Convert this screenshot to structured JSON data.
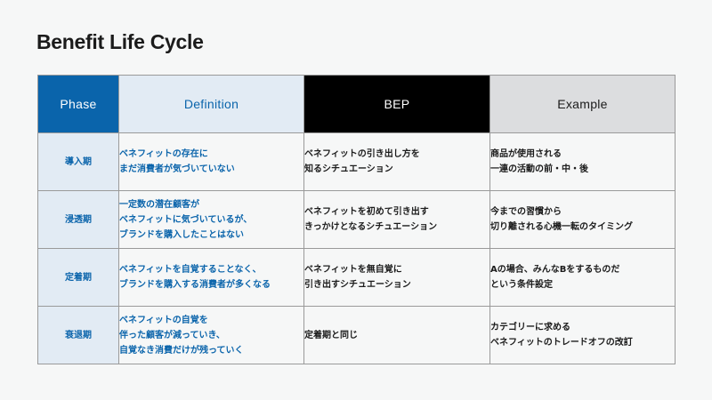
{
  "title": "Benefit Life Cycle",
  "colors": {
    "phase_header_bg": "#0a64ab",
    "definition_header_bg": "#e2ebf4",
    "bep_header_bg": "#000000",
    "example_header_bg": "#dcdddf",
    "accent_text": "#0a64ab"
  },
  "table": {
    "headers": {
      "phase": "Phase",
      "definition": "Definition",
      "bep": "BEP",
      "example": "Example"
    },
    "rows": [
      {
        "phase": "導入期",
        "definition": [
          "ベネフィットの存在に",
          "まだ消費者が気づいていない"
        ],
        "bep": [
          "ベネフィットの引き出し方を",
          "知るシチュエーション"
        ],
        "example": [
          "商品が使用される",
          "一連の活動の前・中・後"
        ]
      },
      {
        "phase": "浸透期",
        "definition": [
          "一定数の潜在顧客が",
          "ベネフィットに気づいているが、",
          "ブランドを購入したことはない"
        ],
        "bep": [
          "ベネフィットを初めて引き出す",
          "きっかけとなるシチュエーション"
        ],
        "example": [
          "今までの習慣から",
          "切り離される心機一転のタイミング"
        ]
      },
      {
        "phase": "定着期",
        "definition": [
          "ベネフィットを自覚することなく、",
          "ブランドを購入する消費者が多くなる"
        ],
        "bep": [
          "ベネフィットを無自覚に",
          "引き出すシチュエーション"
        ],
        "example": [
          "Aの場合、みんなBをするものだ",
          "という条件設定"
        ]
      },
      {
        "phase": "衰退期",
        "definition": [
          "ベネフィットの自覚を",
          "伴った顧客が減っていき、",
          "自覚なき消費だけが残っていく"
        ],
        "bep": [
          "定着期と同じ"
        ],
        "example": [
          "カテゴリーに求める",
          "ベネフィットのトレードオフの改訂"
        ]
      }
    ]
  }
}
